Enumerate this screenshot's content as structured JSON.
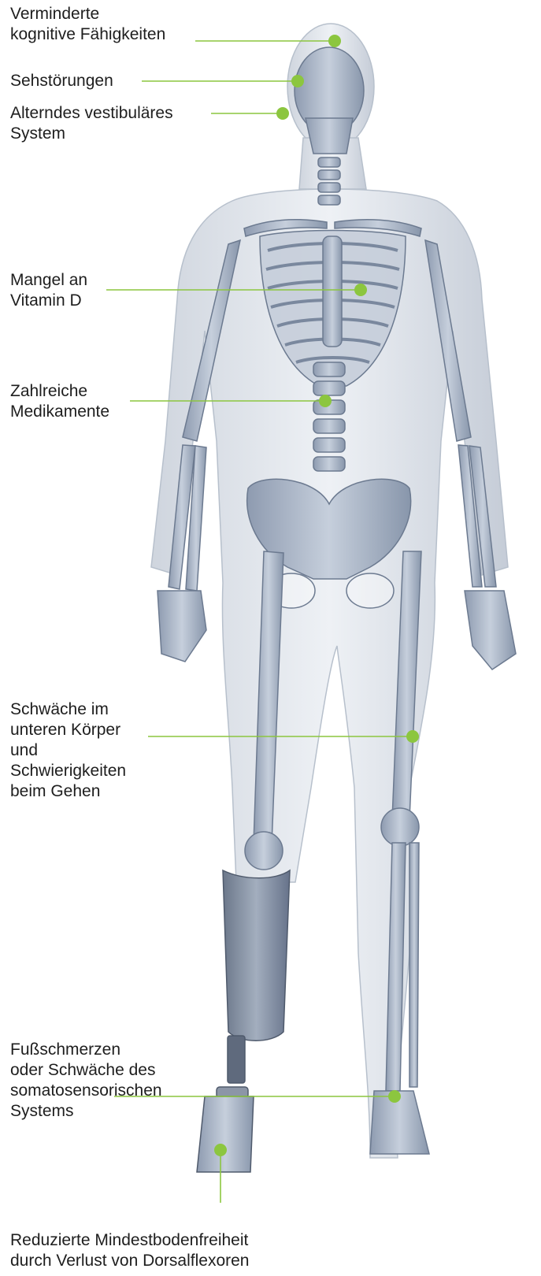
{
  "callouts": [
    {
      "id": "cognitive",
      "lines": [
        "Verminderte",
        "kognitive Fähigkeiten"
      ]
    },
    {
      "id": "vision",
      "lines": [
        "Sehstörungen"
      ]
    },
    {
      "id": "vestibular",
      "lines": [
        "Alterndes vestibuläres",
        "System"
      ]
    },
    {
      "id": "vitamin-d",
      "lines": [
        "Mangel an",
        "Vitamin D"
      ]
    },
    {
      "id": "medication",
      "lines": [
        "Zahlreiche",
        "Medikamente"
      ]
    },
    {
      "id": "lower-body",
      "lines": [
        "Schwäche im",
        "unteren Körper",
        "und",
        "Schwierigkeiten",
        "beim Gehen"
      ]
    },
    {
      "id": "foot",
      "lines": [
        "Fußschmerzen",
        "oder Schwäche des",
        "somatosensorischen",
        "Systems"
      ]
    },
    {
      "id": "clearance",
      "lines": [
        "Reduzierte Mindestbodenfreiheit",
        "durch Verlust von Dorsalflexoren"
      ]
    }
  ],
  "colors": {
    "accent": "#8cc63f",
    "text": "#1e1e1e",
    "body_fill": "#d9dee6",
    "bone_fill": "#a7b3c5",
    "prosthesis_fill": "#7f8b9e"
  }
}
